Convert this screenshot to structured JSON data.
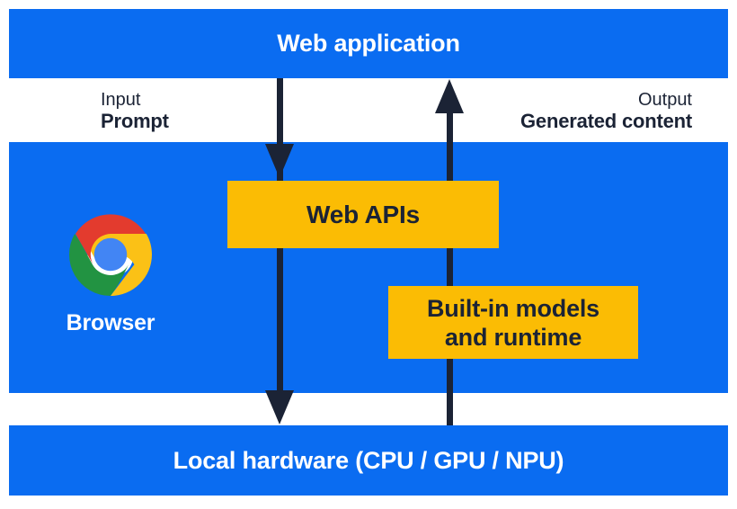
{
  "figure": {
    "title": "Web application",
    "input": {
      "label": "Input",
      "value": "Prompt"
    },
    "output": {
      "label": "Output",
      "value": "Generated content"
    },
    "web_apis_label": "Web APIs",
    "builtin_models": {
      "line1": "Built-in models",
      "line2": "and runtime"
    },
    "browser_label": "Browser",
    "hardware_label": "Local hardware (CPU / GPU / NPU)"
  },
  "icons": {
    "chrome": "chrome-logo"
  },
  "colors": {
    "blue": "#0a6cf1",
    "yellow": "#fbbc04",
    "navy": "#1b2335",
    "white": "#ffffff",
    "chrome_red": "#e33b2e",
    "chrome_green": "#229342",
    "chrome_yellow": "#fbc116",
    "chrome_blue": "#4285f4"
  }
}
